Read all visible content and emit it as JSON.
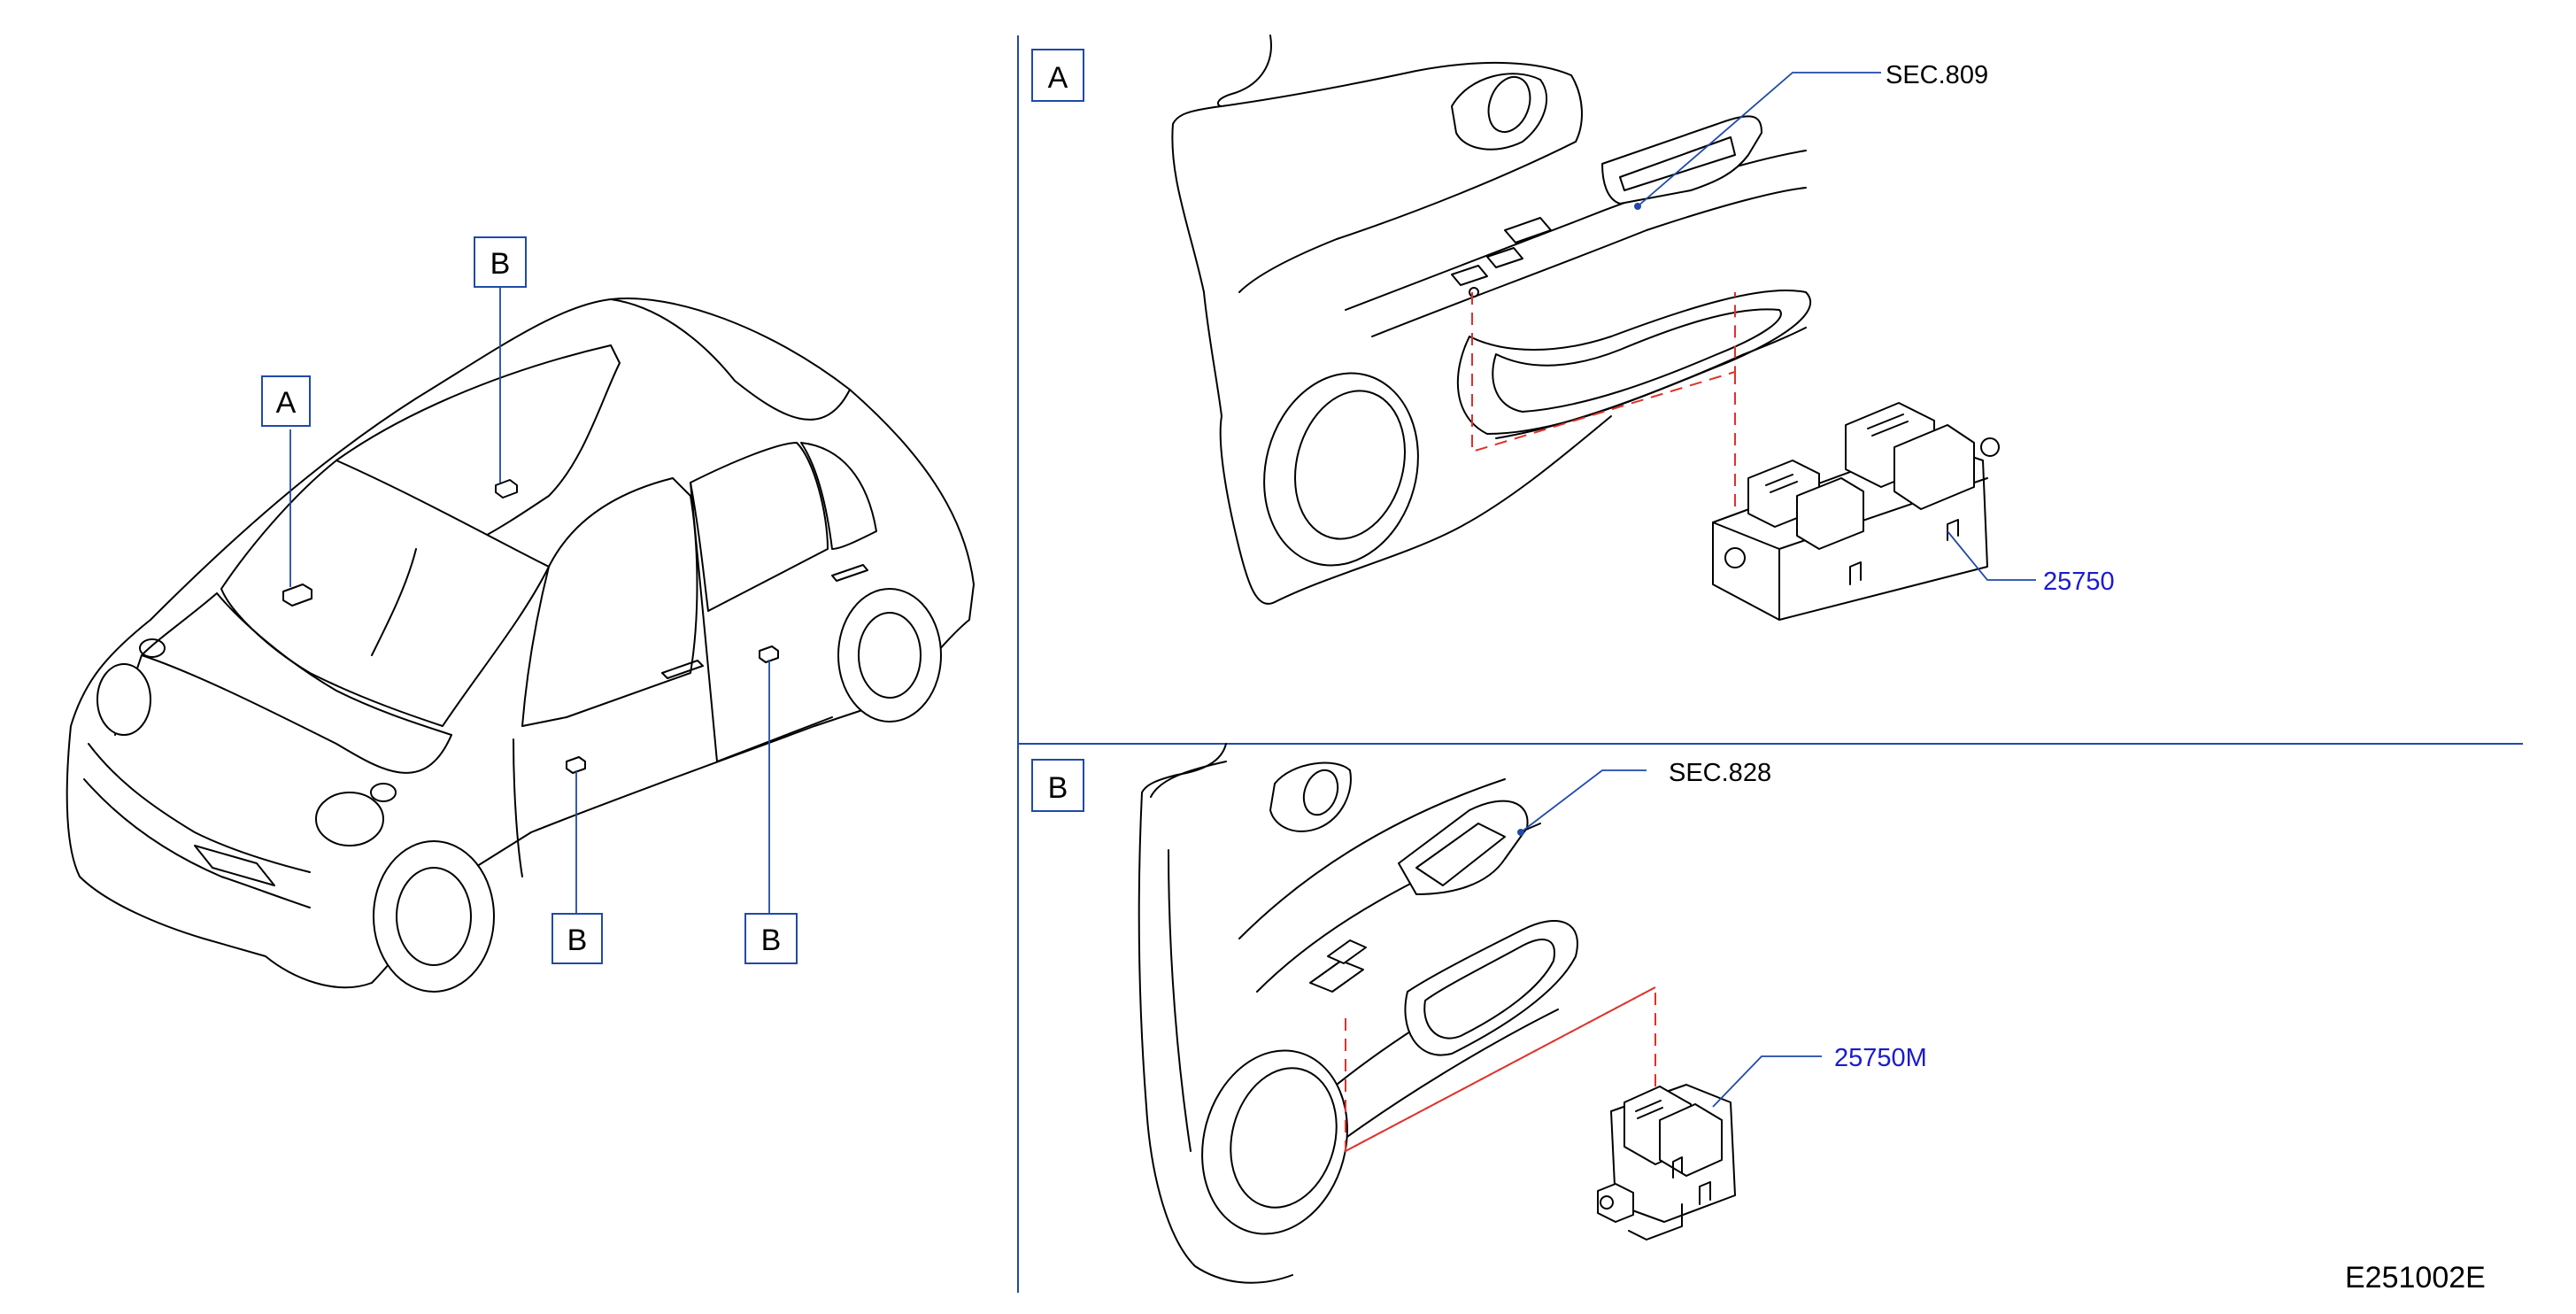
{
  "callouts": {
    "car_a": "A",
    "car_b_roof": "B",
    "car_b_front_door": "B",
    "car_b_rear_door": "B",
    "panel_a": "A",
    "panel_b": "B"
  },
  "panel_a": {
    "section_ref": "SEC.809",
    "part_number": "25750"
  },
  "panel_b": {
    "section_ref": "SEC.828",
    "part_number": "25750M"
  },
  "figure_code": "E251002E",
  "colors": {
    "part_number": "#1a1ad0",
    "leader_line": "#1f4aa8",
    "hidden_line": "#e0302a"
  }
}
